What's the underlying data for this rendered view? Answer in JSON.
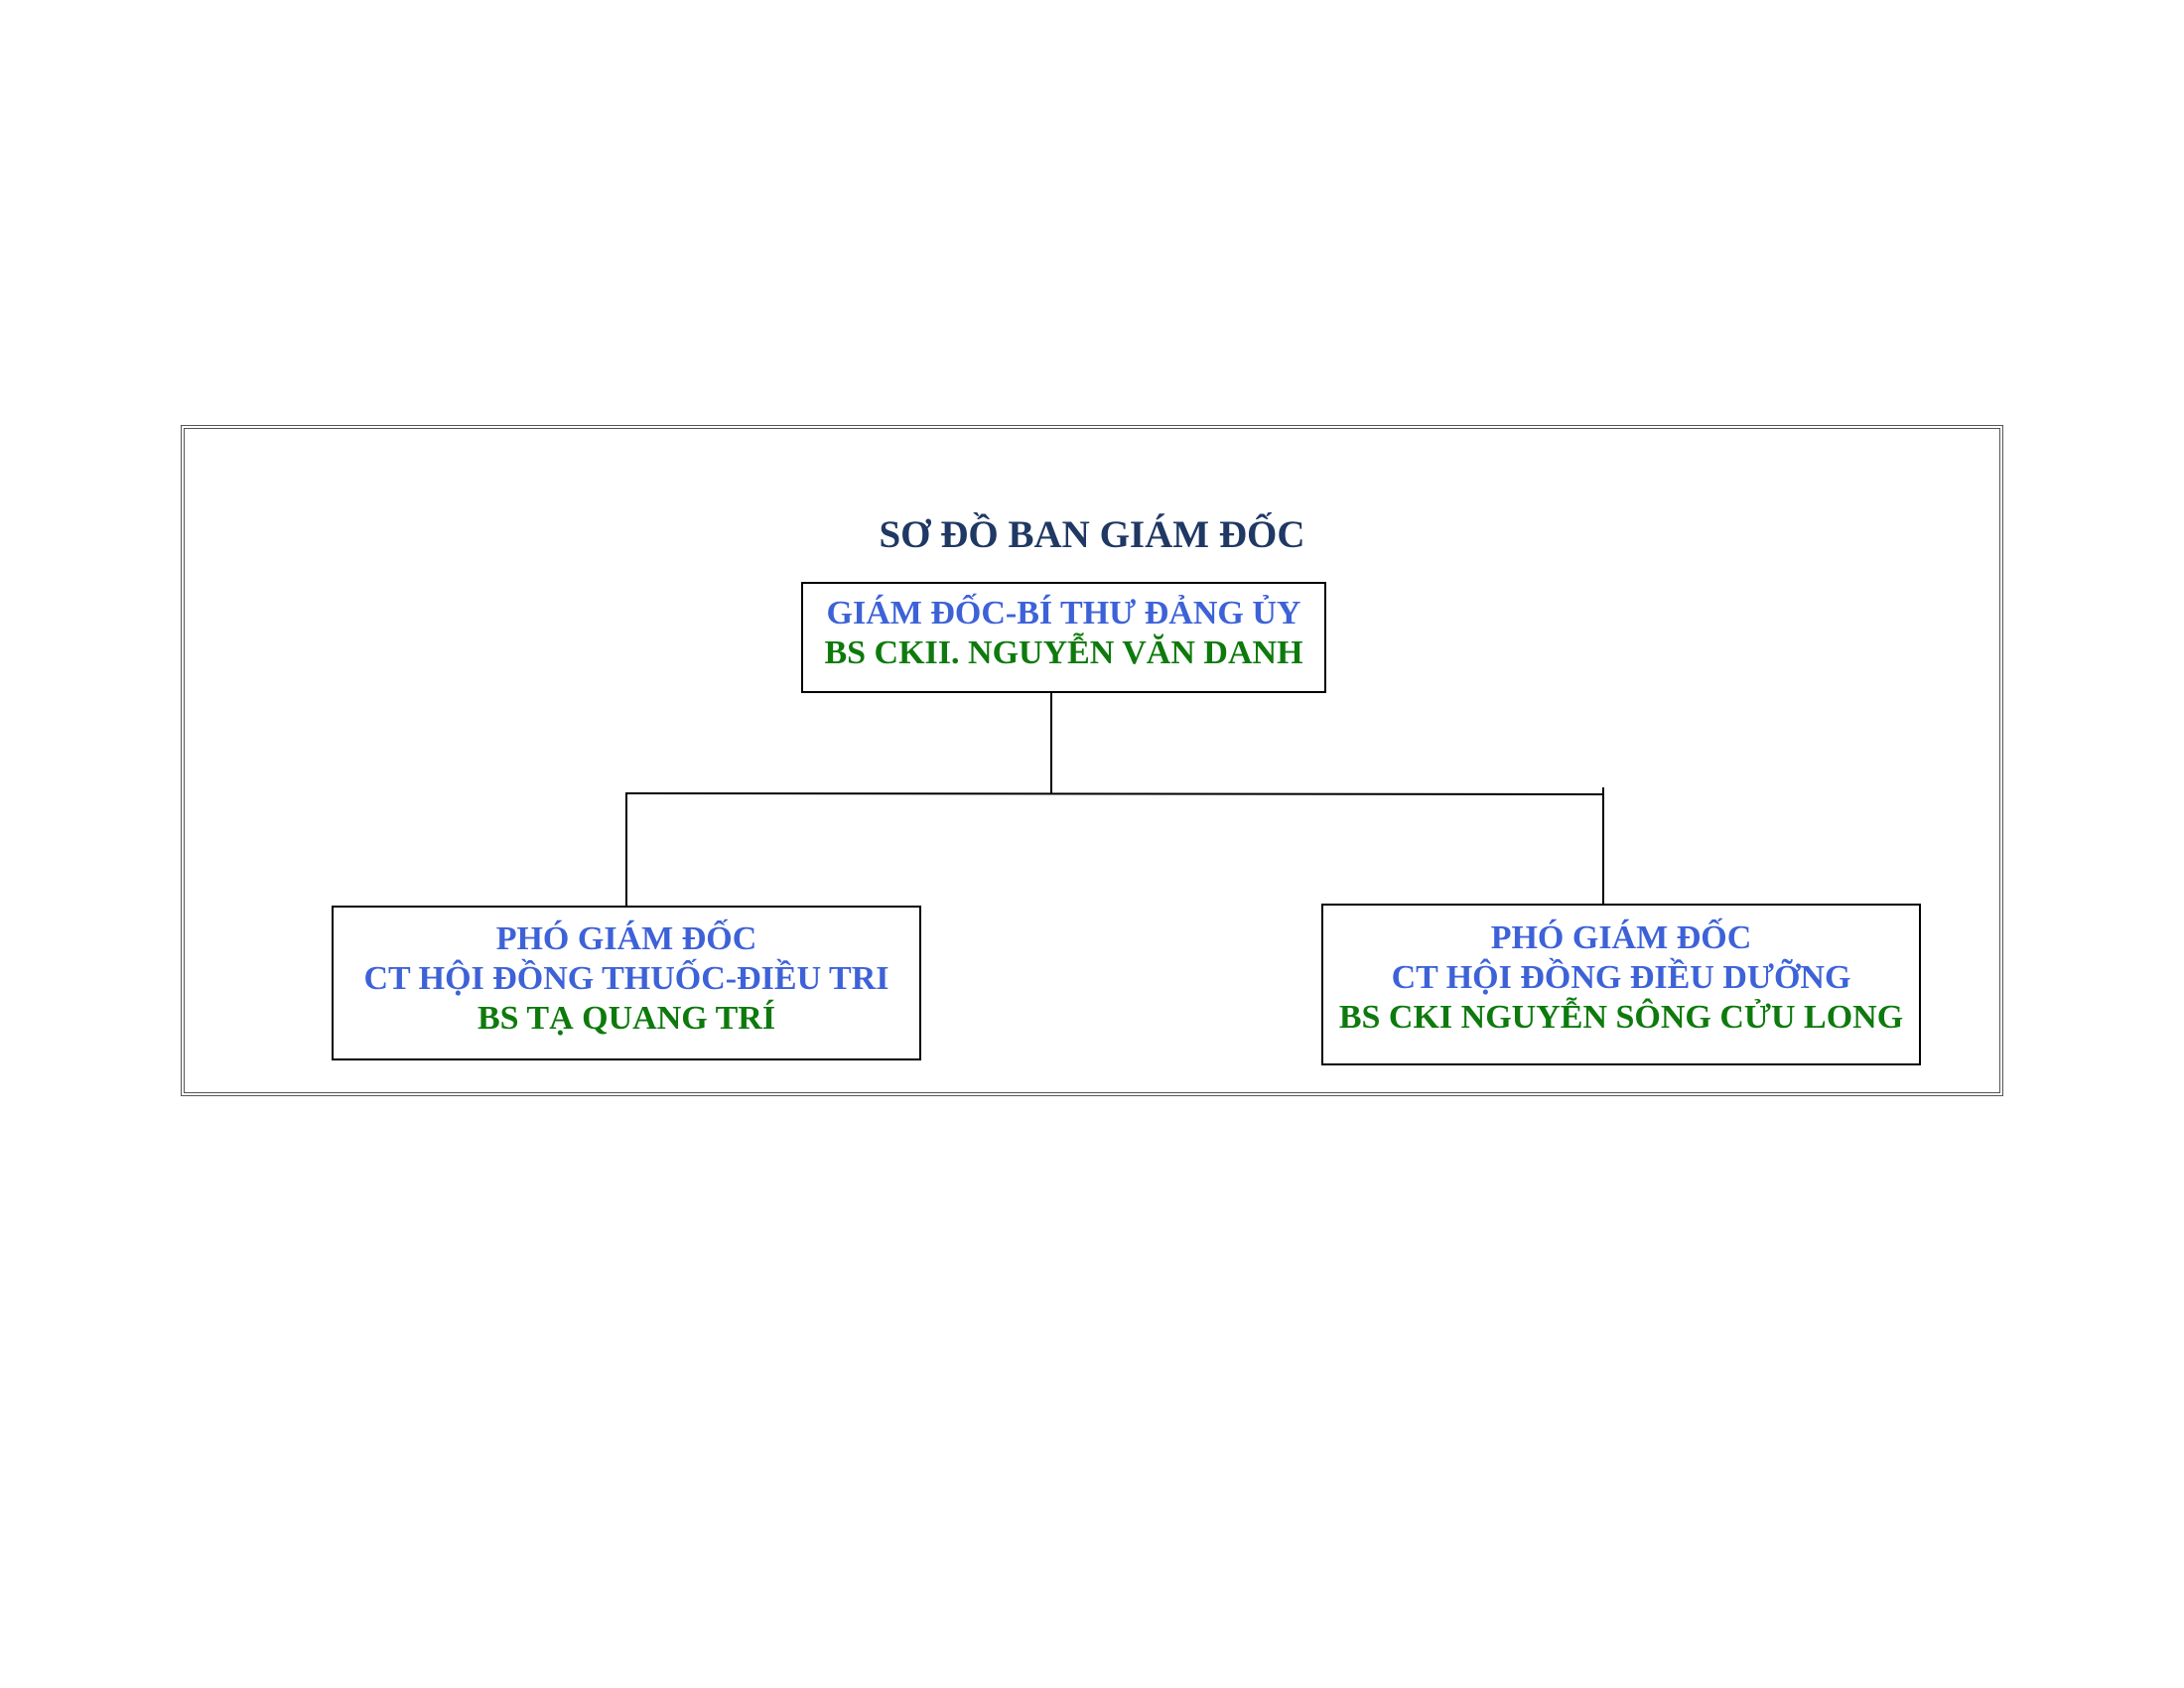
{
  "diagram": {
    "title": "SƠ ĐỒ BAN GIÁM ĐỐC",
    "colors": {
      "title": "#1f3864",
      "role": "#3d62d8",
      "name": "#0e7a0d",
      "line": "#000000"
    },
    "director": {
      "role": "GIÁM ĐỐC-BÍ THƯ ĐẢNG ỦY",
      "name": "BS CKII. NGUYỄN VĂN DANH"
    },
    "deputy_left": {
      "role": "PHÓ GIÁM ĐỐC",
      "council": "CT HỘI ĐỒNG THUỐC-ĐIỀU TRI",
      "name": "BS TẠ QUANG TRÍ"
    },
    "deputy_right": {
      "role": "PHÓ GIÁM ĐỐC",
      "council": "CT HỘI ĐỒNG ĐIỀU DƯỠNG",
      "name": "BS CKI NGUYỄN SÔNG CỬU LONG"
    }
  }
}
